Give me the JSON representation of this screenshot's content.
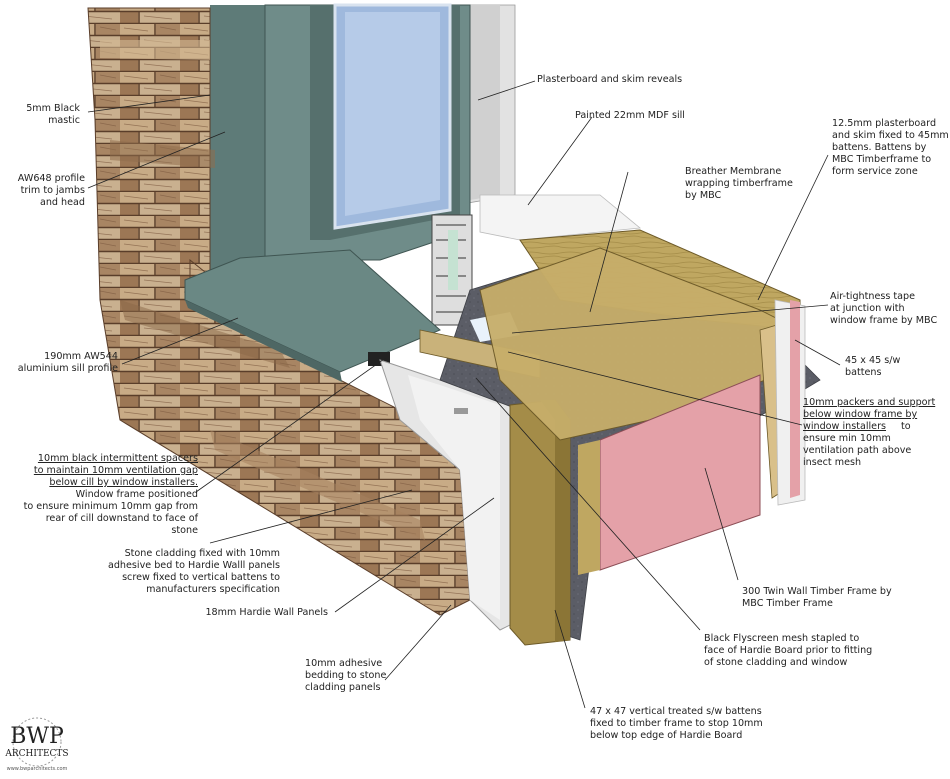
{
  "labels": {
    "black_mastic": "5mm Black\nmastic",
    "plasterboard_reveals": "Plasterboard and skim reveals",
    "mdf_sill": "Painted 22mm MDF sill",
    "plasterboard_battens": "12.5mm plasterboard\nand skim fixed to 45mm\nbattens. Battens by\nMBC Timberframe to\nform service zone",
    "aw648_profile": "AW648 profile\ntrim to jambs\nand head",
    "breather_membrane": "Breather Membrane\nwrapping timberframe\nby MBC",
    "airtightness_tape": "Air-tightness tape\nat junction with\nwindow frame by MBC",
    "sw_battens_45": "45 x 45 s/w\nbattens",
    "aluminium_sill": "190mm AW544\naluminium sill profile",
    "packers_underlined": "10mm packers and support\nbelow window frame by\nwindow installers",
    "packers_rest": "to\nensure min 10mm\nventilation path above\ninsect mesh",
    "spacers_underlined": "10mm black intermittent spacers\nto maintain 10mm ventilation gap\nbelow cill by window installers.",
    "window_frame_positioned": "Window frame positioned\nto ensure minimum 10mm gap from\nrear of cill downstand to face of\nstone",
    "stone_cladding": "Stone cladding fixed with 10mm\nadhesive bed to Hardie Walll panels\nscrew fixed to vertical battens to\nmanufacturers specification",
    "twin_wall_frame": "300 Twin Wall Timber Frame by\nMBC Timber Frame",
    "hardie_panels": "18mm Hardie Wall Panels",
    "flyscreen_mesh": "Black Flyscreen mesh stapled to\nface of Hardie Board prior to fitting\nof stone cladding and window",
    "adhesive_bedding": "10mm adhesive\nbedding to stone\ncladding panels",
    "vertical_battens_47": "47 x 47 vertical treated s/w battens\nfixed to timber frame to stop 10mm\nbelow top edge of Hardie Board"
  },
  "logo": {
    "mark": "BWP",
    "subtitle": "ARCHITECTS",
    "url": "www.bwparchitects.com"
  },
  "colors": {
    "stone": "#b89a78",
    "stone_dark": "#6e4e36",
    "window_frame": "#5e7b78",
    "glass": "#9fb9dd",
    "hardie_panel": "#e6e6e6",
    "membrane": "#5b5d66",
    "timber": "#bfa761",
    "insulation": "#e4a1a8",
    "plasterboard": "#f2f2f2"
  }
}
